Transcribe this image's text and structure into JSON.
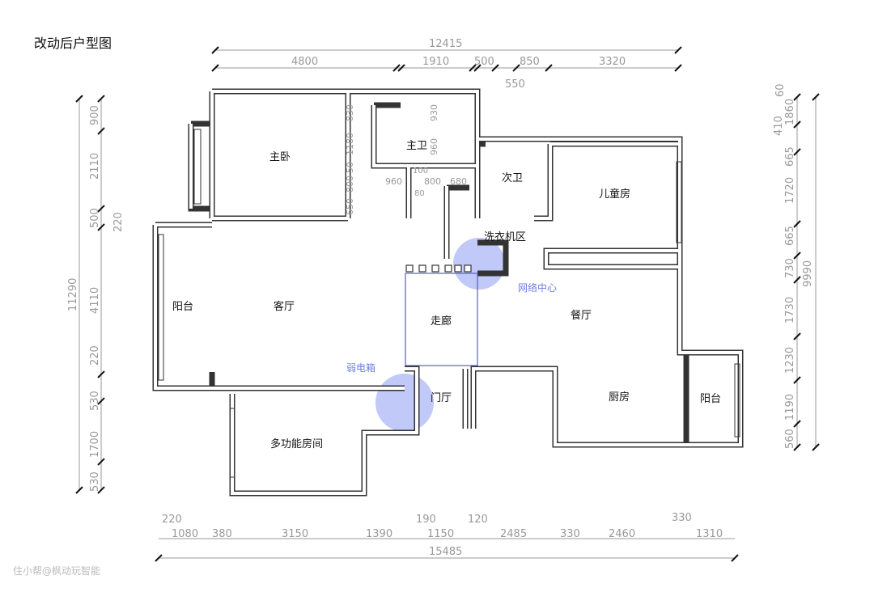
{
  "title": "改动后户型图",
  "watermark": "住小帮@枫动玩智能",
  "rooms": {
    "master_bedroom": "主卧",
    "master_bath": "主卫",
    "second_bath": "次卫",
    "kids_room": "儿童房",
    "laundry": "洗衣机区",
    "balcony_left": "阳台",
    "living_room": "客厅",
    "corridor": "走廊",
    "dining": "餐厅",
    "entrance": "门厅",
    "kitchen": "厨房",
    "balcony_right": "阳台",
    "multi_room": "多功能房间"
  },
  "annotations": {
    "network_center": "网络中心",
    "weak_box": "弱电箱"
  },
  "colors": {
    "highlight": "#8c9cf0",
    "wall": "#333333",
    "dimension": "#999999"
  },
  "dims": {
    "top_total": "12415",
    "top": [
      "4800",
      "1910",
      "500",
      "850",
      "3320",
      "550"
    ],
    "bottom_total": "15485",
    "bottom": [
      "220",
      "1080",
      "380",
      "3150",
      "1390",
      "190",
      "1150",
      "120",
      "2485",
      "330",
      "2460",
      "330",
      "1310"
    ],
    "left_total": "11290",
    "left": [
      "900",
      "2110",
      "500",
      "220",
      "4110",
      "220",
      "530",
      "1700",
      "530"
    ],
    "right_total": "9990",
    "right": [
      "60",
      "410",
      "1860",
      "665",
      "1720",
      "665",
      "730",
      "1730",
      "1230",
      "1190",
      "560"
    ],
    "inner": [
      "830",
      "1180",
      "50",
      "800",
      "650",
      "930",
      "960",
      "960",
      "100",
      "800",
      "680",
      "80"
    ]
  }
}
